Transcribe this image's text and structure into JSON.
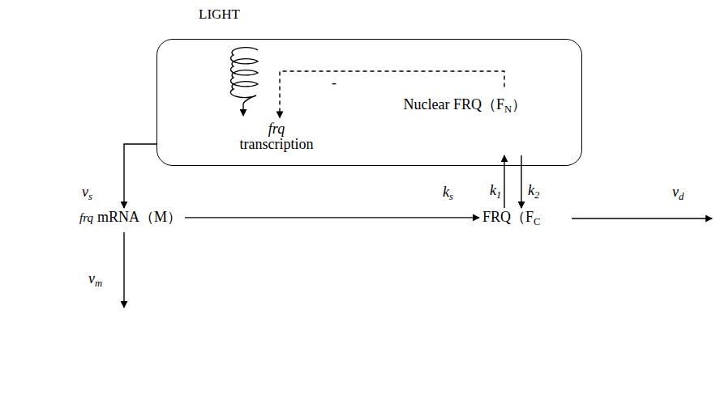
{
  "diagram": {
    "nodes": [
      {
        "text": [
          "LIGHT"
        ]
      },
      {
        "text": [
          "frq",
          "transcription"
        ],
        "in": 0
      },
      {
        "text": [
          "Nuclear FRQ（FN）"
        ],
        "in": 0
      },
      {
        "text": [
          "frq",
          "mRNA（M）"
        ]
      },
      {
        "text": [
          "FRQ（FC"
        ]
      }
    ],
    "edges": [
      {
        "from": 3,
        "to": 4,
        "label": "ks",
        "arrow": "to"
      },
      {
        "from": 4,
        "to": 2,
        "label": "k1",
        "arrow": "to"
      },
      {
        "from": 2,
        "to": 4,
        "label": "k2",
        "arrow": "to"
      },
      {
        "from": 0,
        "to": 3,
        "label": "vs",
        "arrow": "to"
      },
      {
        "from": 2,
        "to": 1,
        "label": "-",
        "arrow": "to"
      }
    ],
    "labels": [
      "vm",
      "vd"
    ]
  }
}
